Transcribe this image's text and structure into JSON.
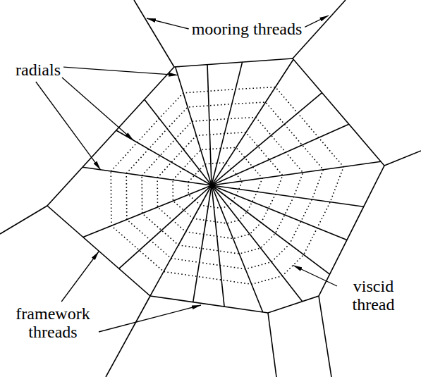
{
  "diagram": {
    "labels": [
      "mooring threads",
      "radials",
      "viscid thread",
      "framework threads"
    ]
  }
}
